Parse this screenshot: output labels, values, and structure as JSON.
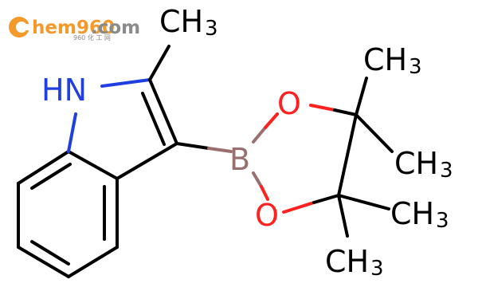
{
  "watermark": {
    "brand": "hem960",
    "tld": ".com",
    "tagline": "960 化 工 网",
    "brand_color": "#f39a2b",
    "tld_color": "#8a8a8a"
  },
  "atoms": {
    "nh": "HN",
    "methyl_top": "CH",
    "methyl_top_sub": "3",
    "boron": "B",
    "oxygen_upper": "O",
    "oxygen_lower": "O",
    "ch3_a": "CH",
    "ch3_a_sub": "3",
    "ch3_b": "CH",
    "ch3_b_sub": "3",
    "ch3_c": "CH",
    "ch3_c_sub": "3",
    "ch3_d": "CH",
    "ch3_d_sub": "3"
  },
  "colors": {
    "carbon": "#000000",
    "nitrogen": "#1f3fe0",
    "oxygen": "#ff2020",
    "boron": "#9a6f6f"
  }
}
